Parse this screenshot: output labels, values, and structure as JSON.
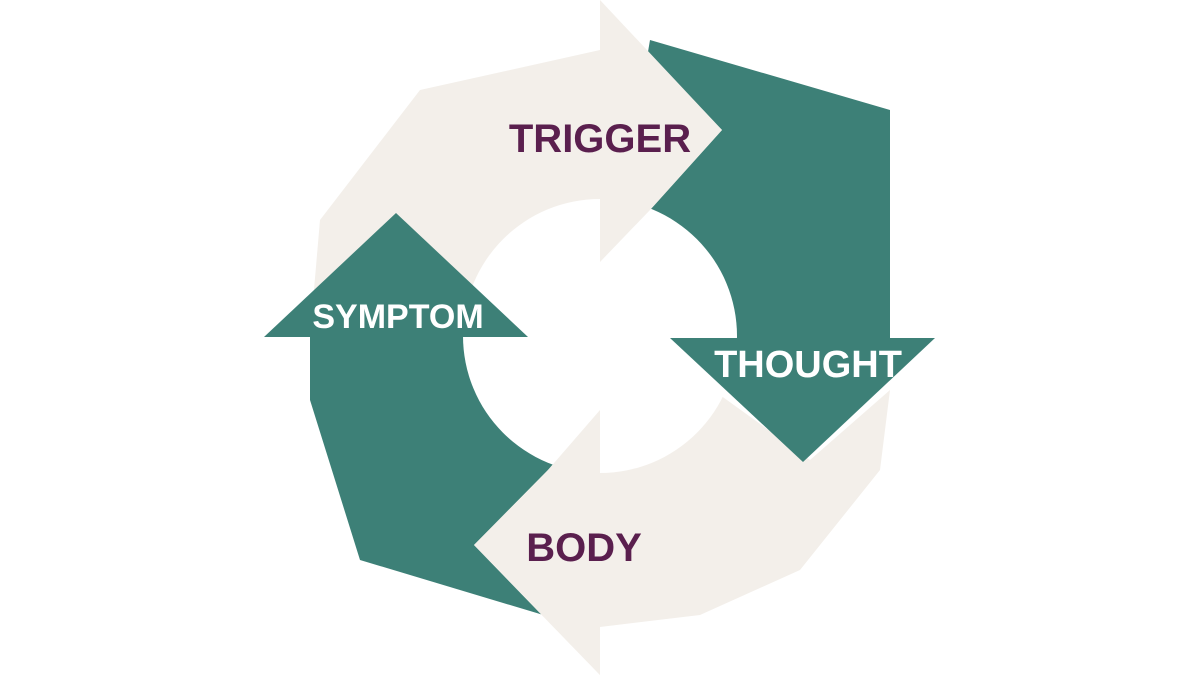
{
  "diagram": {
    "type": "cycle",
    "steps": [
      {
        "label": "TRIGGER",
        "arrow_color": "#F3EFEA",
        "text_color": "#5A1F4E"
      },
      {
        "label": "THOUGHT",
        "arrow_color": "#3D8077",
        "text_color": "#FFFFFF"
      },
      {
        "label": "BODY",
        "arrow_color": "#F3EFEA",
        "text_color": "#5A1F4E"
      },
      {
        "label": "SYMPTOM",
        "arrow_color": "#3D8077",
        "text_color": "#FFFFFF"
      }
    ]
  }
}
